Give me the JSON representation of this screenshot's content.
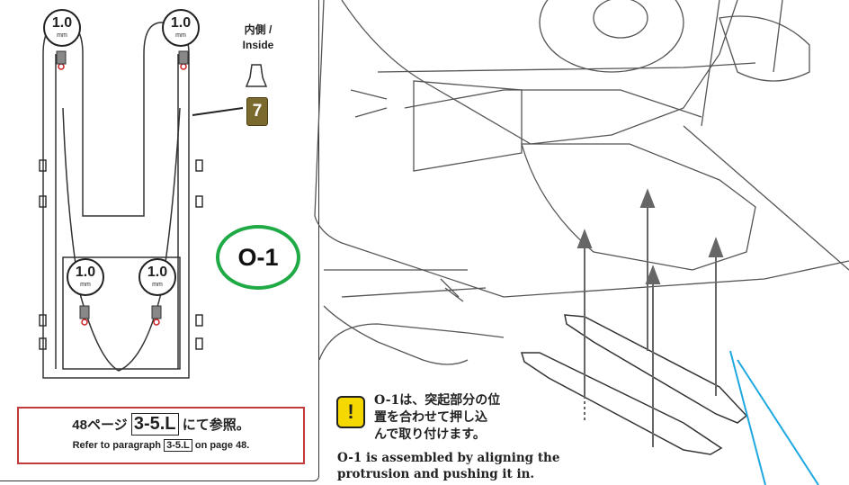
{
  "drill_holes": [
    {
      "size": "1.0",
      "unit": "mm"
    },
    {
      "size": "1.0",
      "unit": "mm"
    },
    {
      "size": "1.0",
      "unit": "mm"
    },
    {
      "size": "1.0",
      "unit": "mm"
    }
  ],
  "inside_label": {
    "jp": "内側 /",
    "en": "Inside"
  },
  "paint_code": "7",
  "part_label": "O-1",
  "reference": {
    "jp_prefix": "48ページ",
    "tag": "3-5.L",
    "jp_suffix": "にて参照。",
    "en_prefix": "Refer to paragraph",
    "en_suffix": "on page 48."
  },
  "note": {
    "icon": "!",
    "jp_lines": [
      "O-1は、突起部分の位",
      "置を合わせて押し込",
      "んで取り付けます。"
    ],
    "en_lines": [
      "O-1 is assembled by aligning the",
      "protrusion and pushing it in."
    ]
  },
  "colors": {
    "part_circle": "#1faa45",
    "reference_border": "#c23a3a",
    "note_icon": "#f5d800",
    "paint_badge": "#7a6a2e",
    "pointer_line": "#1ea8e0"
  }
}
